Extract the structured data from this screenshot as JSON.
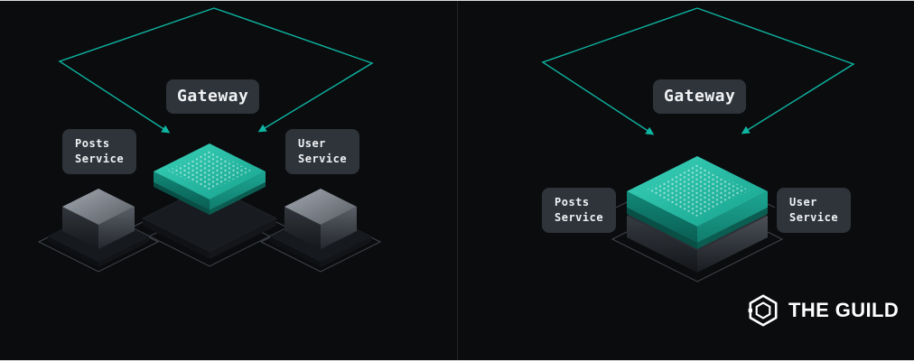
{
  "colors": {
    "background": "#0a0c0e",
    "accent_teal": "#1fbfa9",
    "arrow_teal": "#0eb5a2",
    "label_bg": "#2f343b",
    "label_text": "#f0f2f4",
    "logo_text": "#ffffff"
  },
  "left": {
    "gateway_label": "Gateway",
    "posts_label": "Posts\nService",
    "user_label": "User\nService"
  },
  "right": {
    "gateway_label": "Gateway",
    "posts_label": "Posts\nService",
    "user_label": "User\nService"
  },
  "logo": {
    "icon": "guild-hexagon-icon",
    "text": "THE GUILD"
  }
}
